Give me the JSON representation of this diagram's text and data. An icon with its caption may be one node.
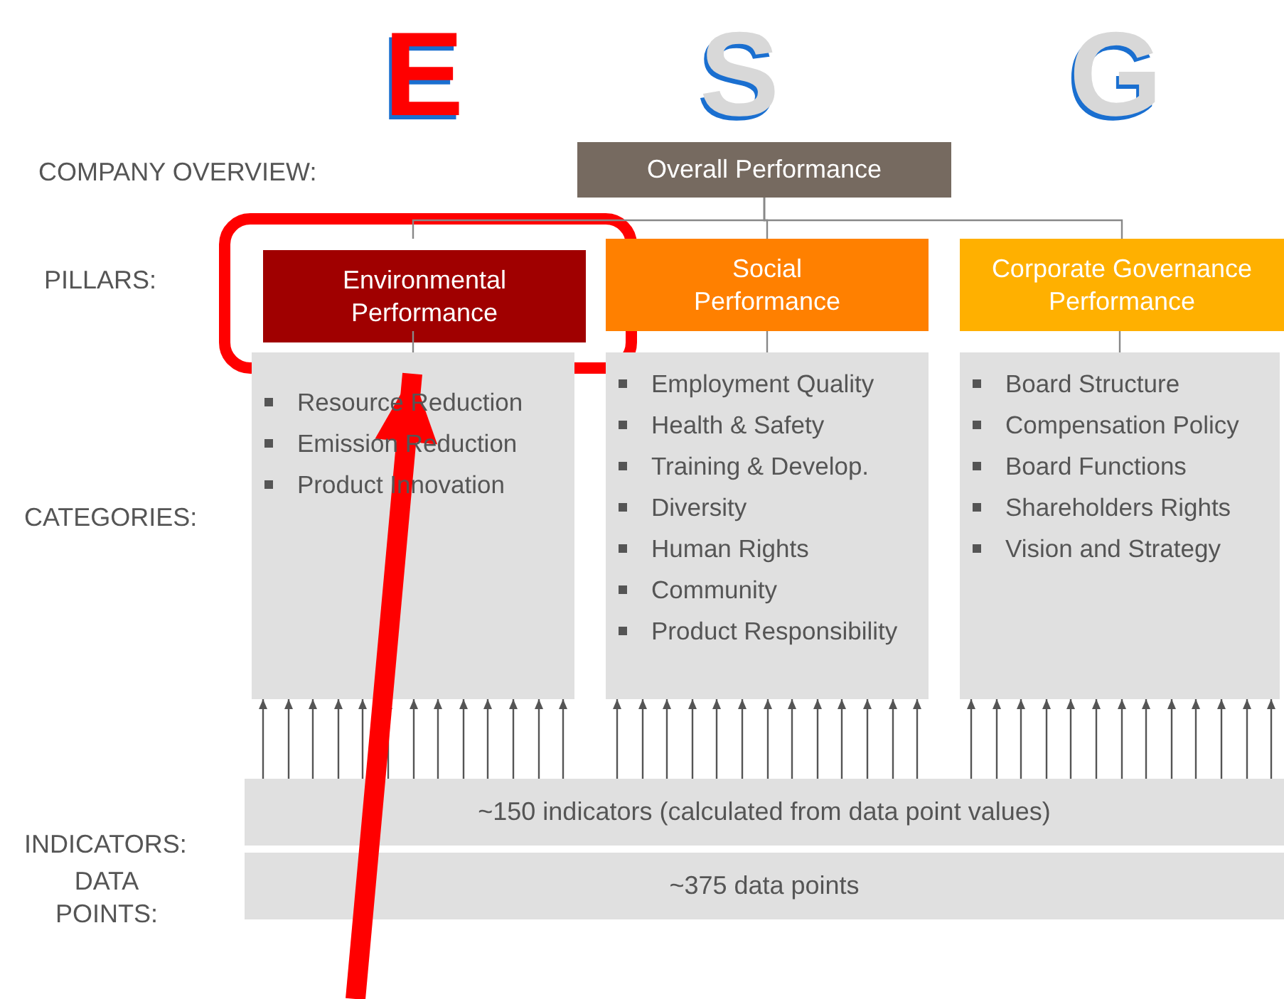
{
  "diagram": {
    "nodes": [
      {
        "text": [
          "Overall Performance"
        ]
      },
      {
        "text": [],
        "shape": "box"
      },
      {
        "text": [
          "Environmental Performance"
        ],
        "in": 1
      },
      {
        "text": [
          "Social Performance"
        ]
      },
      {
        "text": [
          "Corporate Governance Performance"
        ]
      },
      {
        "text": [
          "Resource Reduction",
          "Emission Reduction",
          "Product Innovation"
        ]
      },
      {
        "text": [
          "Employment Quality",
          "Health & Safety",
          "Training & Develop.",
          "Diversity",
          "Human Rights",
          "Community",
          "Product Responsibility"
        ]
      },
      {
        "text": [
          "Board Structure",
          "Compensation Policy",
          "Board Functions",
          "Shareholders Rights",
          "Vision and Strategy"
        ]
      },
      {
        "text": [
          "~150 indicators (calculated from data point values)"
        ]
      },
      {
        "text": [
          "~375 data points"
        ]
      }
    ],
    "edges": [
      {
        "from": 0,
        "to": 2,
        "arrow": "none"
      },
      {
        "from": 0,
        "to": 3,
        "arrow": "none"
      },
      {
        "from": 0,
        "to": 4,
        "arrow": "none"
      },
      {
        "from": 2,
        "to": 5,
        "arrow": "none"
      },
      {
        "from": 3,
        "to": 6,
        "arrow": "none"
      },
      {
        "from": 4,
        "to": 7,
        "arrow": "none"
      },
      {
        "from": 8,
        "to": 5,
        "arrow": "to"
      },
      {
        "from": 8,
        "to": 5,
        "arrow": "to"
      },
      {
        "from": 8,
        "to": 5,
        "arrow": "to"
      },
      {
        "from": 8,
        "to": 5,
        "arrow": "to"
      },
      {
        "from": 8,
        "to": 5,
        "arrow": "to"
      },
      {
        "from": 8,
        "to": 5,
        "arrow": "to"
      },
      {
        "from": 8,
        "to": 5,
        "arrow": "to"
      },
      {
        "from": 8,
        "to": 5,
        "arrow": "to"
      },
      {
        "from": 8,
        "to": 5,
        "arrow": "to"
      },
      {
        "from": 8,
        "to": 5,
        "arrow": "to"
      },
      {
        "from": 8,
        "to": 5,
        "arrow": "to"
      },
      {
        "from": 8,
        "to": 5,
        "arrow": "to"
      },
      {
        "from": 8,
        "to": 5,
        "arrow": "to"
      },
      {
        "from": 8,
        "to": 6,
        "arrow": "to"
      },
      {
        "from": 8,
        "to": 6,
        "arrow": "to"
      },
      {
        "from": 8,
        "to": 6,
        "arrow": "to"
      },
      {
        "from": 8,
        "to": 6,
        "arrow": "to"
      },
      {
        "from": 8,
        "to": 6,
        "arrow": "to"
      },
      {
        "from": 8,
        "to": 6,
        "arrow": "to"
      },
      {
        "from": 8,
        "to": 6,
        "arrow": "to"
      },
      {
        "from": 8,
        "to": 6,
        "arrow": "to"
      },
      {
        "from": 8,
        "to": 6,
        "arrow": "to"
      },
      {
        "from": 8,
        "to": 6,
        "arrow": "to"
      },
      {
        "from": 8,
        "to": 6,
        "arrow": "to"
      },
      {
        "from": 8,
        "to": 6,
        "arrow": "to"
      },
      {
        "from": 8,
        "to": 6,
        "arrow": "to"
      },
      {
        "from": 8,
        "to": 7,
        "arrow": "to"
      },
      {
        "from": 8,
        "to": 7,
        "arrow": "to"
      },
      {
        "from": 8,
        "to": 7,
        "arrow": "to"
      },
      {
        "from": 8,
        "to": 7,
        "arrow": "to"
      },
      {
        "from": 8,
        "to": 7,
        "arrow": "to"
      },
      {
        "from": 8,
        "to": 7,
        "arrow": "to"
      },
      {
        "from": 8,
        "to": 7,
        "arrow": "to"
      },
      {
        "from": 8,
        "to": 7,
        "arrow": "to"
      },
      {
        "from": 8,
        "to": 7,
        "arrow": "to"
      },
      {
        "from": 8,
        "to": 7,
        "arrow": "to"
      },
      {
        "from": 8,
        "to": 7,
        "arrow": "to"
      },
      {
        "from": 8,
        "to": 7,
        "arrow": "to"
      },
      {
        "from": 8,
        "to": 7,
        "arrow": "to"
      },
      {
        "from": null,
        "to": 1,
        "arrow": "to",
        "style": "thick",
        "color": "#ff0000"
      }
    ],
    "labels": [
      "E",
      "S",
      "G",
      "COMPANY OVERVIEW:",
      "PILLARS:",
      "CATEGORIES:",
      "INDICATORS:",
      "DATA POINTS:"
    ]
  }
}
